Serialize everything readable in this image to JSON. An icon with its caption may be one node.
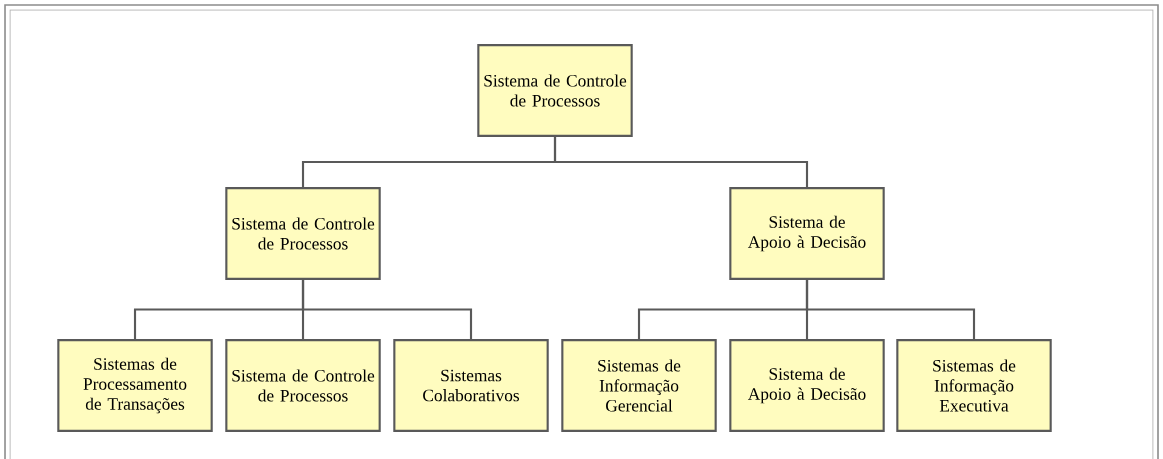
{
  "diagram": {
    "nodes": [
      {
        "text": [
          "Sistema de Controle de Processos"
        ]
      },
      {
        "text": [
          "Sistema de Controle de Processos"
        ]
      },
      {
        "text": [
          "Sistema de Apoio à Decisão"
        ]
      },
      {
        "text": [
          "Sistemas de Processamento de Transações"
        ]
      },
      {
        "text": [
          "Sistema de Controle de Processos"
        ]
      },
      {
        "text": [
          "Sistemas Colaborativos"
        ]
      },
      {
        "text": [
          "Sistemas de Informação Gerencial"
        ]
      },
      {
        "text": [
          "Sistema de Apoio à Decisão"
        ]
      },
      {
        "text": [
          "Sistemas de Informação Executiva"
        ]
      }
    ],
    "edges": [
      {
        "from": 0,
        "to": 1,
        "arrow": "none"
      },
      {
        "from": 0,
        "to": 2,
        "arrow": "none"
      },
      {
        "from": 1,
        "to": 3,
        "arrow": "none"
      },
      {
        "from": 1,
        "to": 4,
        "arrow": "none"
      },
      {
        "from": 1,
        "to": 5,
        "arrow": "none"
      },
      {
        "from": 2,
        "to": 6,
        "arrow": "none"
      },
      {
        "from": 2,
        "to": 7,
        "arrow": "none"
      },
      {
        "from": 2,
        "to": 8,
        "arrow": "none"
      }
    ]
  }
}
